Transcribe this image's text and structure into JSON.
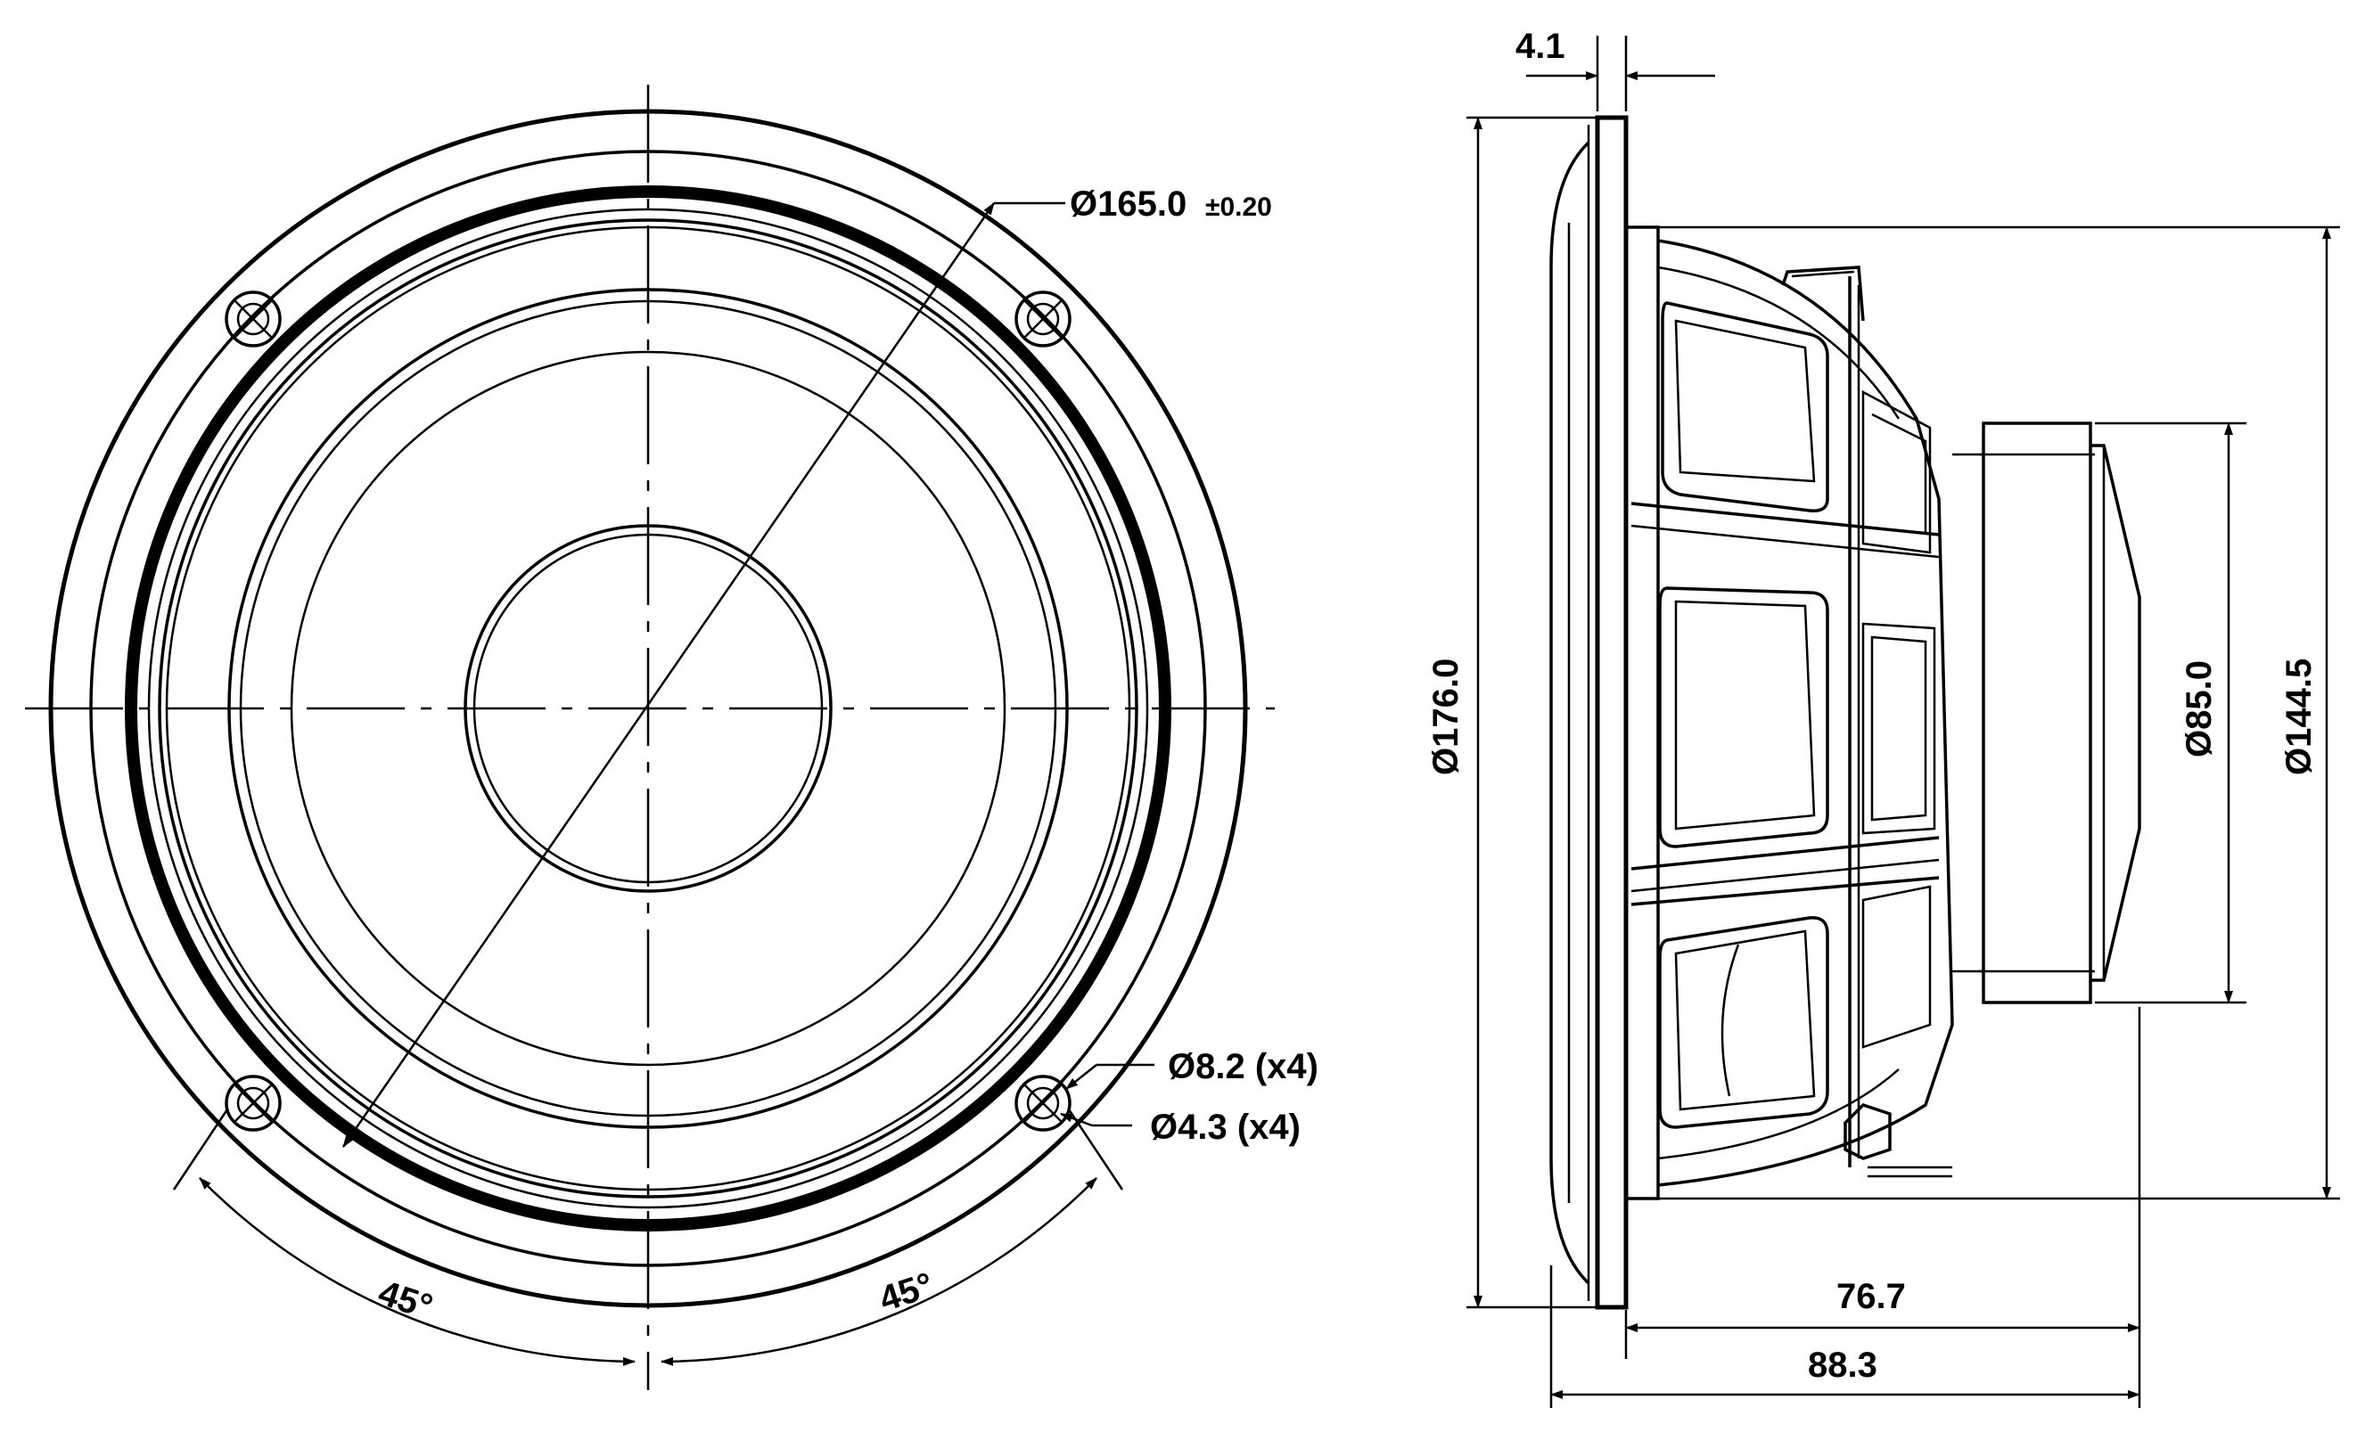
{
  "front_view": {
    "dim_cone_diameter": "Ø165.0",
    "dim_cone_tolerance": "±0.20",
    "dim_outer_hole": "Ø8.2 (x4)",
    "dim_inner_hole": "Ø4.3 (x4)",
    "angle_left": "45°",
    "angle_right": "45°"
  },
  "side_view": {
    "dim_flange_thickness": "4.1",
    "dim_overall_diameter": "Ø176.0",
    "dim_magnet_diameter": "Ø85.0",
    "dim_basket_diameter": "Ø144.5",
    "dim_depth_from_flange": "76.7",
    "dim_overall_depth": "88.3"
  }
}
